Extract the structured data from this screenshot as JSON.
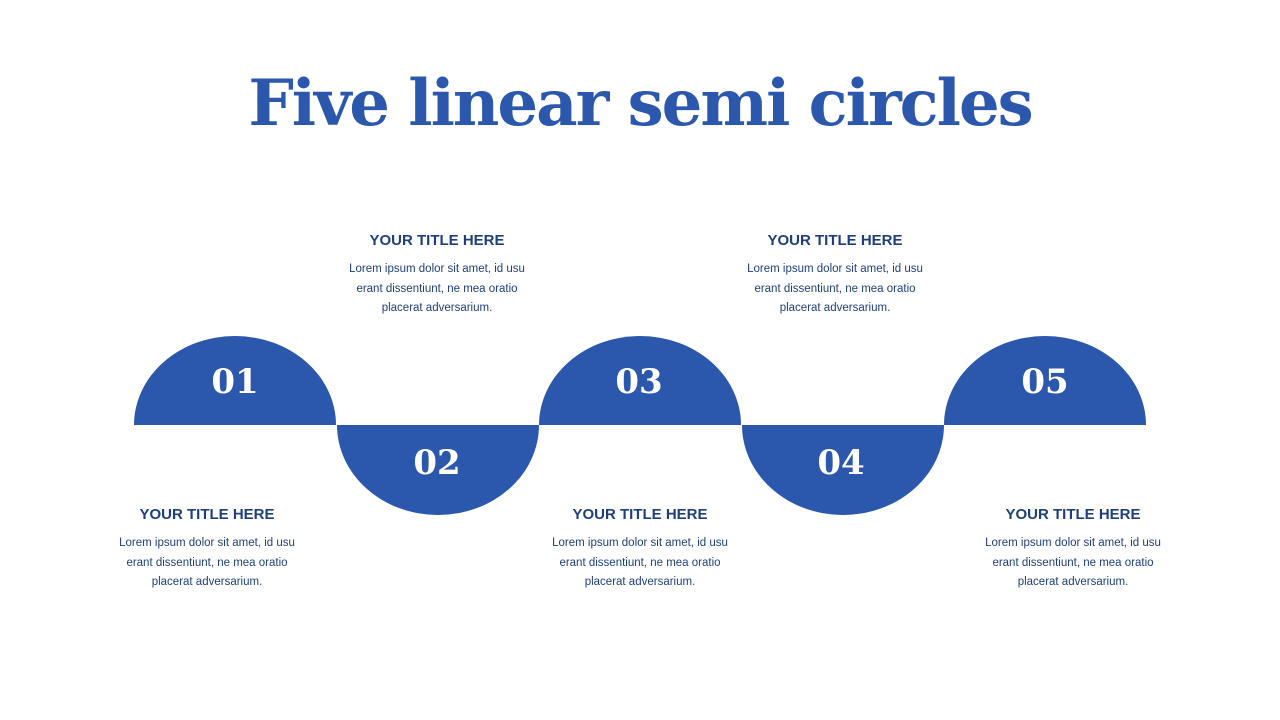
{
  "title": "Five linear semi circles",
  "colors": {
    "accent": "#2b57ad",
    "text": "#1f3f7a",
    "background": "#ffffff"
  },
  "steps": [
    {
      "number": "01",
      "heading": "YOUR TITLE HERE",
      "body": "Lorem ipsum dolor sit amet, id usu erant dissentiunt, ne mea oratio placerat adversarium."
    },
    {
      "number": "02",
      "heading": "YOUR TITLE HERE",
      "body": "Lorem ipsum dolor sit amet, id usu erant dissentiunt, ne mea oratio placerat adversarium."
    },
    {
      "number": "03",
      "heading": "YOUR TITLE HERE",
      "body": "Lorem ipsum dolor sit amet, id usu erant dissentiunt, ne mea oratio placerat adversarium."
    },
    {
      "number": "04",
      "heading": "YOUR TITLE HERE",
      "body": "Lorem ipsum dolor sit amet, id usu erant dissentiunt, ne mea oratio placerat adversarium."
    },
    {
      "number": "05",
      "heading": "YOUR TITLE HERE",
      "body": "Lorem ipsum dolor sit amet, id usu erant dissentiunt, ne mea oratio placerat adversarium."
    }
  ]
}
